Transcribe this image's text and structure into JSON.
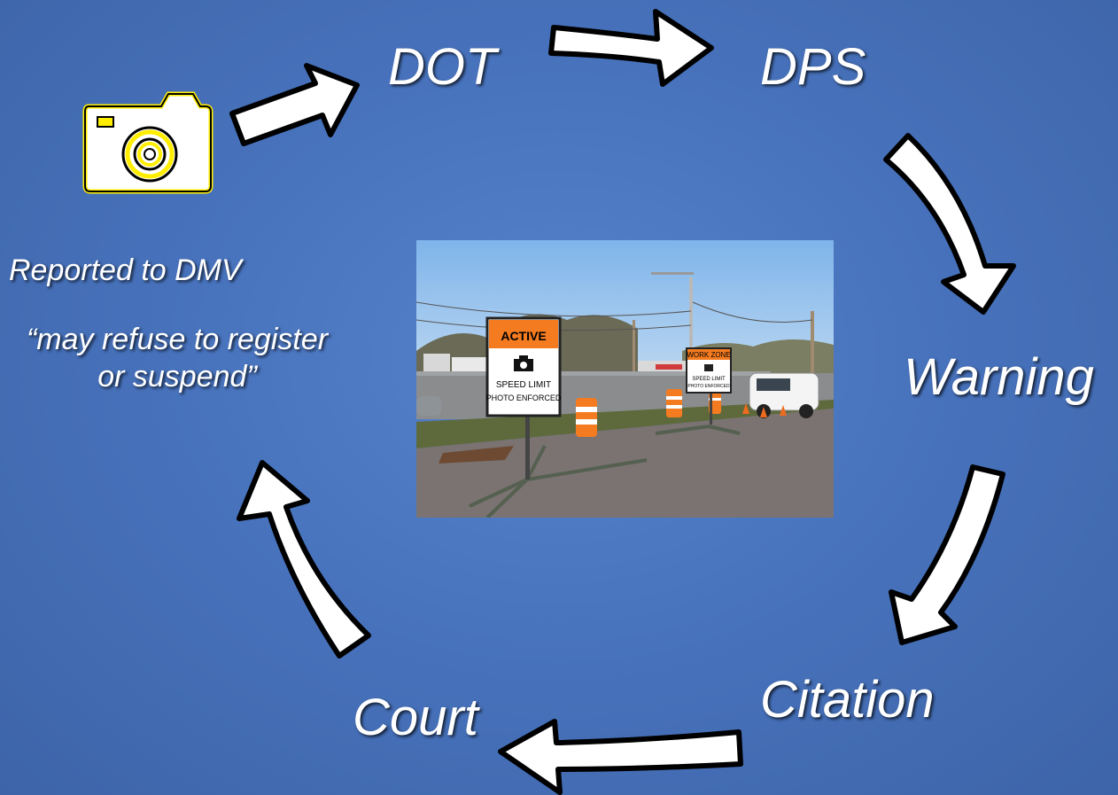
{
  "labels": {
    "dot": "DOT",
    "dps": "DPS",
    "warning": "Warning",
    "citation": "Citation",
    "court": "Court",
    "reported": "Reported to DMV",
    "quote": "“may refuse to register or suspend”"
  },
  "photo": {
    "sign_front": {
      "header": "ACTIVE",
      "line1": "SPEED LIMIT",
      "line2": "PHOTO ENFORCED"
    },
    "sign_back": {
      "header": "WORK ZONE",
      "line1": "SPEED LIMIT",
      "line2": "PHOTO ENFORCED"
    }
  },
  "colors": {
    "background": "#4a76c0",
    "arrow_fill": "#ffffff",
    "arrow_outline": "#000000",
    "camera_highlight": "#ffee00",
    "sign_header": "#f47b20"
  },
  "icons": [
    "camera-icon"
  ]
}
